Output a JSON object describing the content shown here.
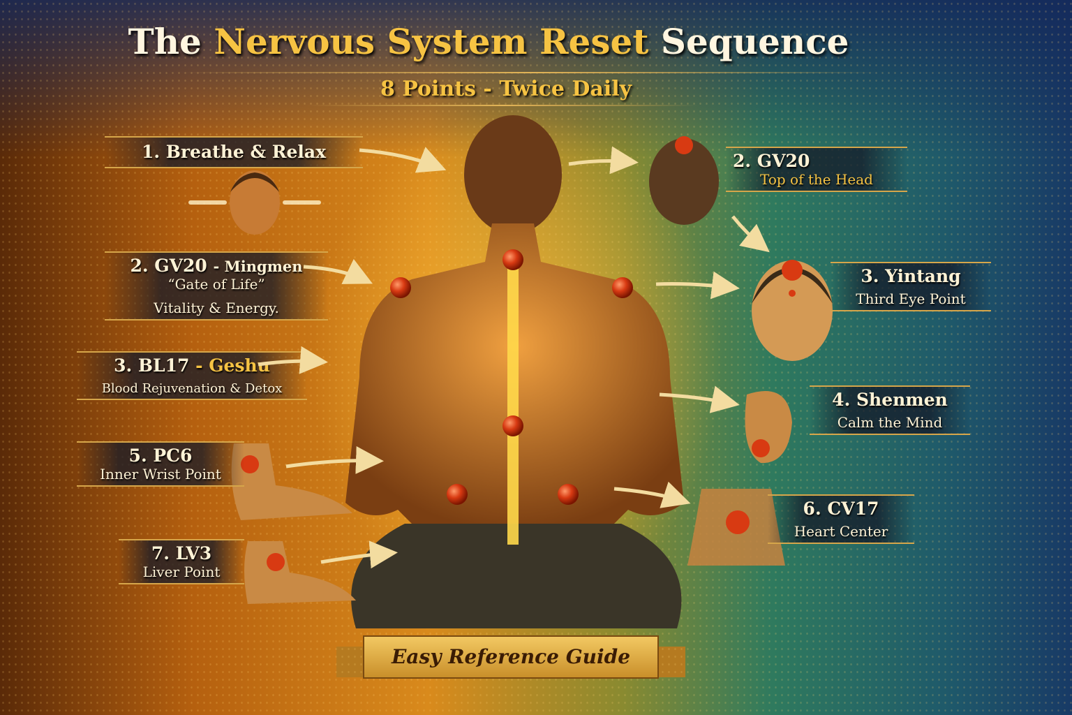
{
  "header": {
    "title_pre": "The",
    "title_highlight": "Nervous System Reset",
    "title_post": "Sequence",
    "subtitle": "8 Points - Twice Daily"
  },
  "left_labels": [
    {
      "heading": "1. Breathe & Relax"
    },
    {
      "heading_num": "2. GV20",
      "heading_name": "- Mingmen",
      "line2": "“Gate of Life”",
      "sub": "Vitality & Energy."
    },
    {
      "heading_num": "3. BL17",
      "heading_name": "- Geshu",
      "sub": "Blood Rejuvenation & Detox"
    },
    {
      "heading": "5. PC6",
      "sub": "Inner Wrist Point"
    },
    {
      "heading": "7. LV3",
      "sub": "Liver Point"
    }
  ],
  "right_labels": [
    {
      "heading": "2. GV20",
      "sub": "Top of the Head"
    },
    {
      "heading": "3. Yintang",
      "sub": "Third Eye Point"
    },
    {
      "heading": "4. Shenmen",
      "sub": "Calm the Mind"
    },
    {
      "heading": "6. CV17",
      "sub": "Heart Center"
    }
  ],
  "footer": {
    "banner": "Easy Reference Guide"
  },
  "colors": {
    "gold": "#f6c343",
    "point_red": "#d83a12"
  }
}
